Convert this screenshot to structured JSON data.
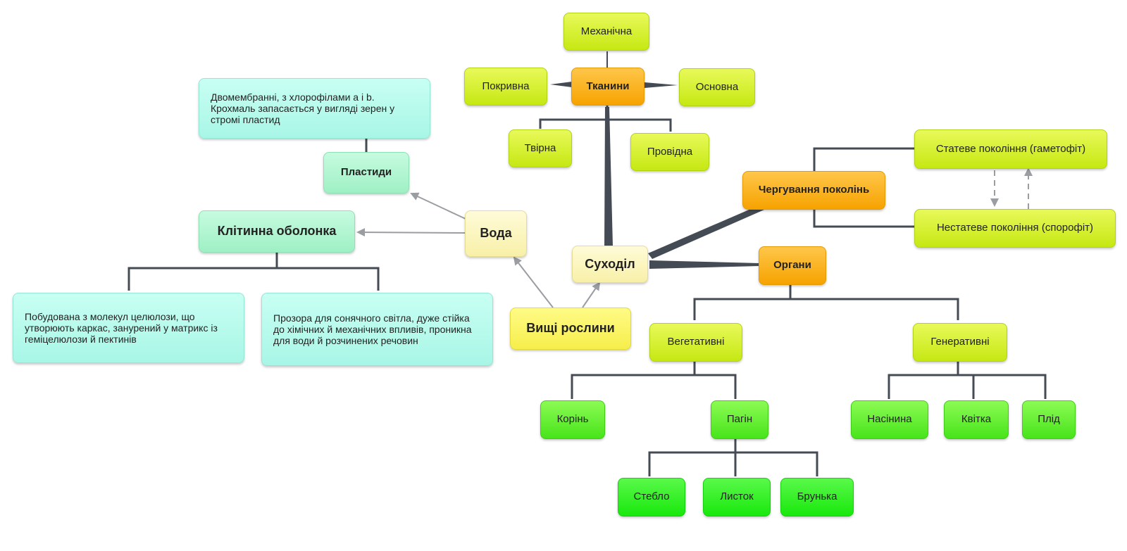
{
  "nodes": {
    "mekhanichna": "Механічна",
    "tkanyny": "Тканини",
    "pokryvna": "Покривна",
    "osnovna": "Основна",
    "tvirna": "Твірна",
    "providna": "Провідна",
    "plastydy_desc": "Двомембранні, з хлорофілами а і b. Крохмаль запасається у вигляді зерен у стромі пластид",
    "plastydy": "Пластиди",
    "klitynna": "Клітинна оболонка",
    "voda": "Вода",
    "sukhodil": "Суходіл",
    "chergyvannia": "Чергування поколінь",
    "statev": "Статеве покоління (гаметофіт)",
    "nestatev": "Нестатеве покоління (спорофіт)",
    "organy": "Органи",
    "vyshchi": "Вищі рослини",
    "pobudovana": "Побудована з молекул целюлози, що утворюють каркас, занурений у матрикс із геміцелюлози й пектинів",
    "prozora": "Прозора для сонячного світла, дуже стійка до хімічних й механічних впливів, проникна для води й розчинених речовин",
    "vegetatyvni": "Вегетативні",
    "generatyvni": "Генеративні",
    "korin": "Корінь",
    "pagin": "Пагін",
    "nasinyna": "Насінина",
    "kvitka": "Квітка",
    "plid": "Плід",
    "steblo": "Стебло",
    "lystok": "Листок",
    "brunka": "Брунька"
  },
  "colors": {
    "connector": "#454b54",
    "arrow": "#9a9da2"
  }
}
